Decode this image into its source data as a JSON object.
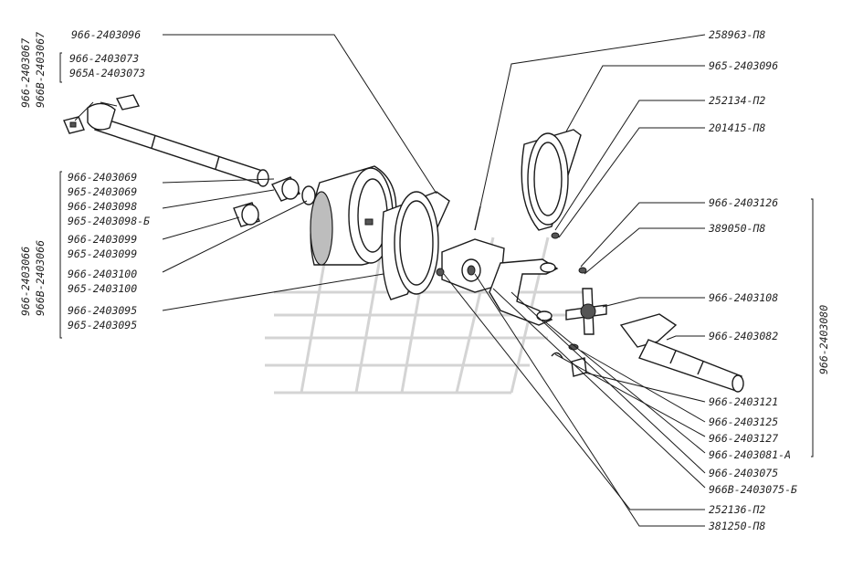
{
  "diagram": {
    "top_labels": {
      "t1": "966-2403096",
      "t2": "258963-П8",
      "t3": "965-2403096",
      "t4": "252134-П2",
      "t5": "201415-П8",
      "t6": "966-2403126",
      "t7": "389050-П8",
      "t8": "966-2403108",
      "t9": "966-2403082"
    },
    "left_labels": {
      "v1": "966-2403067",
      "v2": "966В-2403067",
      "g1a": "966-2403073",
      "g1b": "965А-2403073",
      "g2a": "966-2403069",
      "g2b": "965-2403069",
      "g3a": "966-2403098",
      "g3b": "965-2403098-Б",
      "g4a": "966-2403099",
      "g4b": "965-2403099",
      "g5a": "966-2403100",
      "g5b": "965-2403100",
      "g6a": "966-2403095",
      "g6b": "965-2403095",
      "v3": "966-2403066",
      "v4": "966В-2403066"
    },
    "right_vertical": "966-2403080",
    "bottom_labels": {
      "b1": "966-2403121",
      "b2": "966-2403125",
      "b3": "966-2403127",
      "b4": "966-2403081-А",
      "b5": "966-2403075",
      "b6": "966В-2403075-Б",
      "b7": "252136-П2",
      "b8": "381250-П8"
    }
  }
}
